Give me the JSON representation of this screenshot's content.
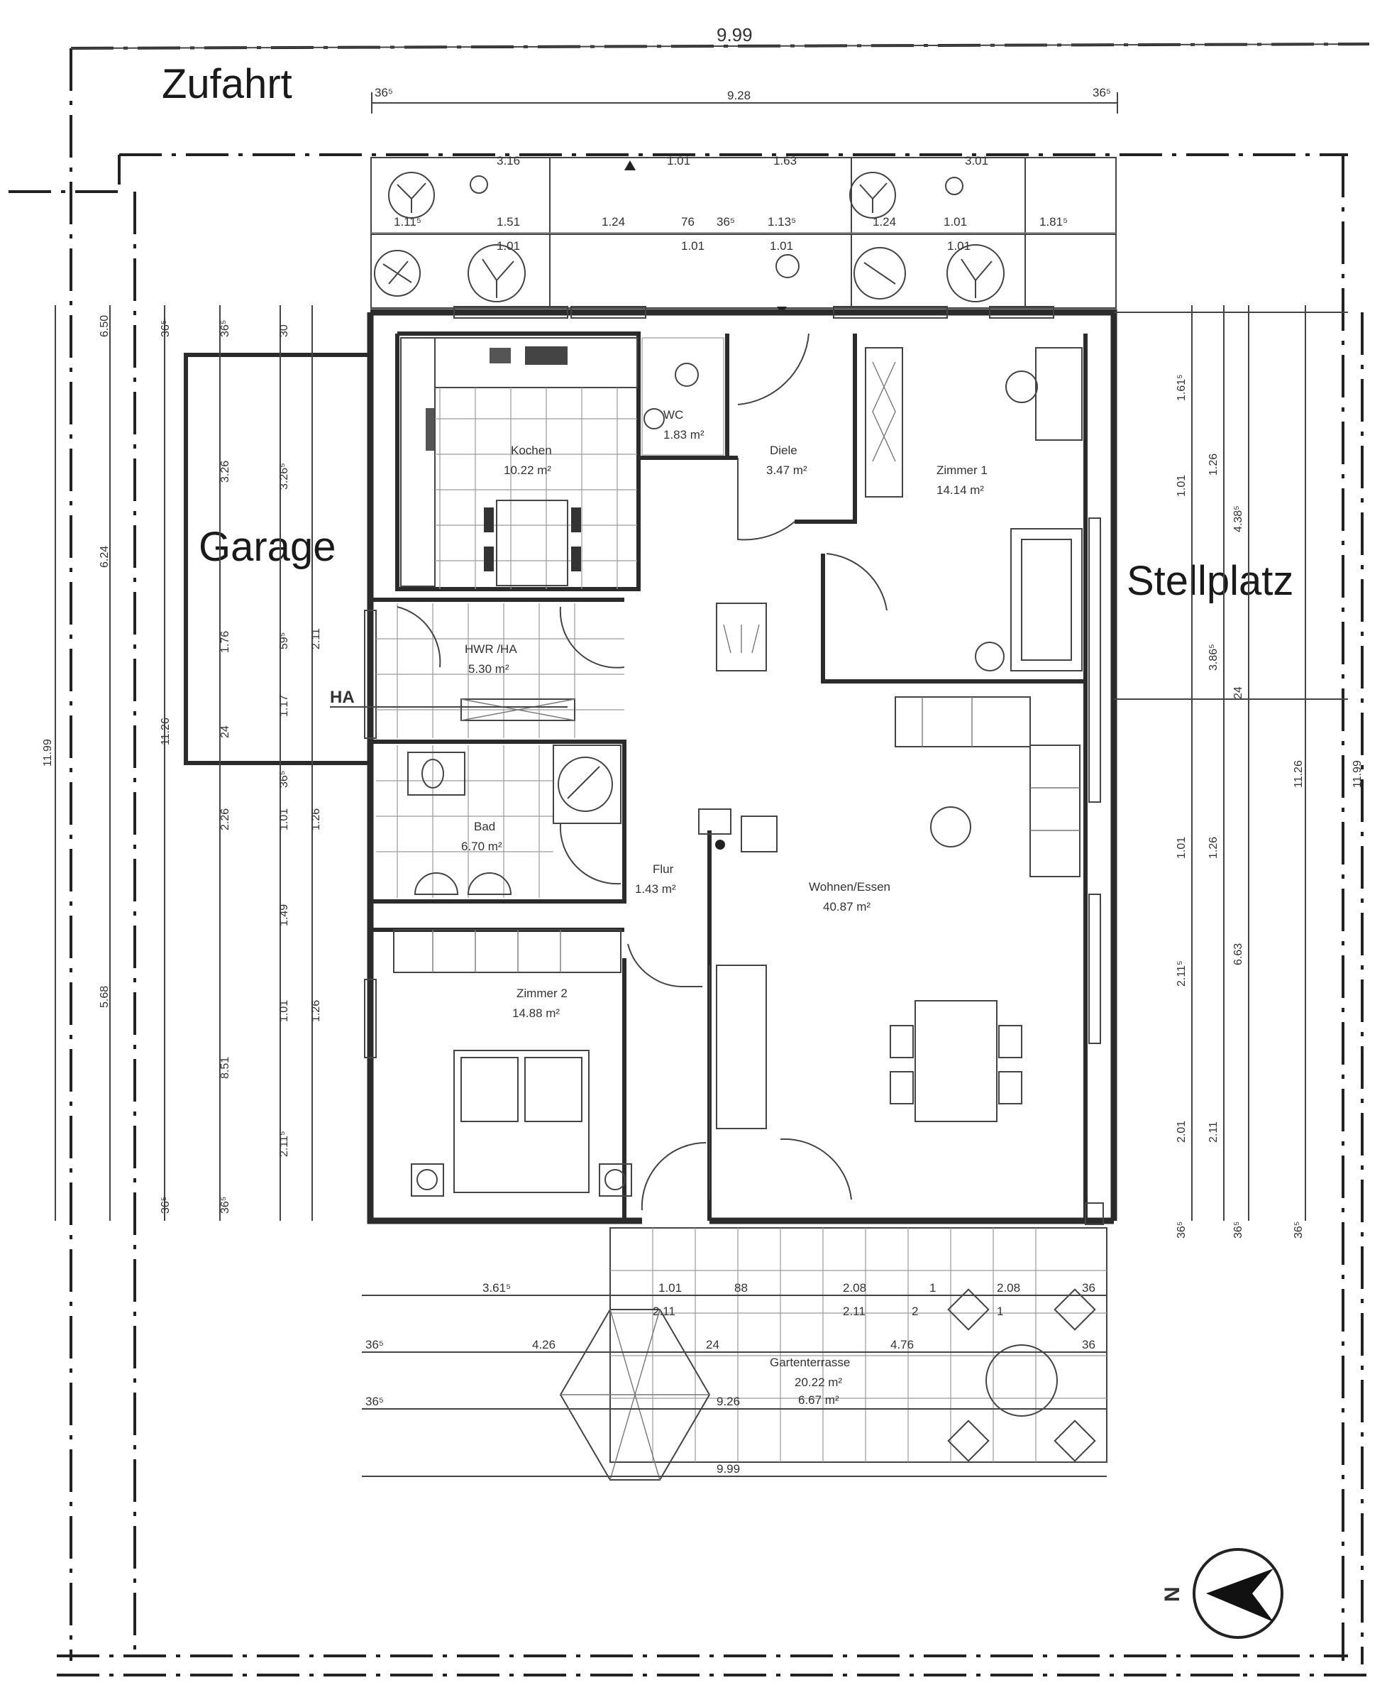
{
  "labels": {
    "zufahrt": "Zufahrt",
    "garage": "Garage",
    "stellplatz": "Stellplatz",
    "ha": "HA",
    "north": "N"
  },
  "rooms": {
    "kochen": {
      "name": "Kochen",
      "area": "10.22 m²"
    },
    "wc": {
      "name": "WC",
      "area": "1.83 m²"
    },
    "diele": {
      "name": "Diele",
      "area": "3.47 m²"
    },
    "zimmer1": {
      "name": "Zimmer 1",
      "area": "14.14 m²"
    },
    "hwr": {
      "name": "HWR /HA",
      "area": "5.30 m²"
    },
    "bad": {
      "name": "Bad",
      "area": "6.70 m²"
    },
    "flur": {
      "name": "Flur",
      "area": "1.43 m²"
    },
    "wohnen": {
      "name": "Wohnen/Essen",
      "area": "40.87 m²"
    },
    "zimmer2": {
      "name": "Zimmer 2",
      "area": "14.88 m²"
    },
    "terrasse": {
      "name": "Gartenterrasse",
      "area1": "20.22 m²",
      "area2": "6.67 m²"
    }
  },
  "dims": {
    "top_overall": "9.99",
    "top_inner": "9.28",
    "top_left_36": "36⁵",
    "top_right_36": "36⁵",
    "win_row": [
      "1.11⁵",
      "1.51",
      "1.24",
      "76",
      "36⁵",
      "1.13⁵",
      "1.24",
      "1.01",
      "1.81⁵"
    ],
    "win_row2": [
      "1.01",
      "1.01",
      "1.01",
      "1.01"
    ],
    "top_chain": [
      "3.16",
      "1.01",
      "1.63",
      "3.01"
    ],
    "left_v": [
      "6.50",
      "36⁵",
      "36⁵",
      "30",
      "3.26",
      "3.26⁵",
      "6.24",
      "1.76",
      "59⁵",
      "2.11",
      "1.17",
      "24",
      "36⁵",
      "2.26",
      "1.01",
      "1.26",
      "1.49",
      "8.51",
      "1.01",
      "1.26",
      "5.68",
      "2.11⁵",
      "11.26",
      "11.99",
      "36⁵",
      "36⁵"
    ],
    "right_v": [
      "1.61⁵",
      "1.01",
      "1.26",
      "4.38⁵",
      "3.86⁵",
      "24",
      "1.01",
      "1.26",
      "6.63",
      "2.11⁵",
      "2.01",
      "2.11",
      "11.26",
      "11.99",
      "36⁵",
      "36⁵",
      "36⁵"
    ],
    "bottom": [
      "3.61⁵",
      "1.01",
      "88",
      "2.08",
      "1",
      "2.08",
      "36",
      "2.11",
      "2.11",
      "2",
      "1",
      "36⁵",
      "4.26",
      "24",
      "4.76",
      "36",
      "36⁵",
      "9.26",
      "9.99"
    ]
  }
}
